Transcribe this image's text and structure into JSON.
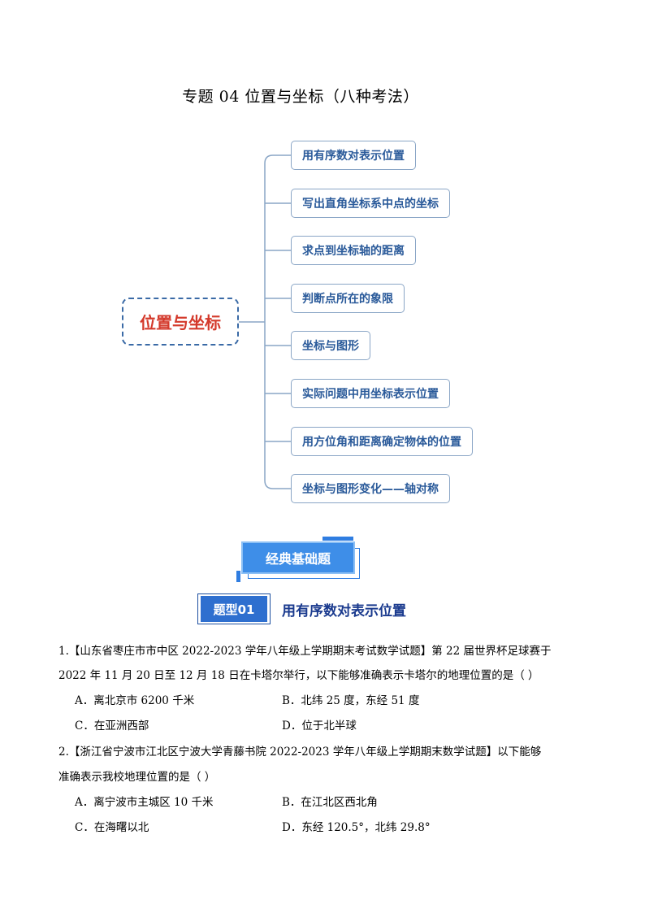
{
  "title": "专题 04  位置与坐标（八种考法）",
  "mindmap": {
    "center": "位置与坐标",
    "branches": [
      "用有序数对表示位置",
      "写出直角坐标系中点的坐标",
      "求点到坐标轴的距离",
      "判断点所在的象限",
      "坐标与图形",
      "实际问题中用坐标表示位置",
      "用方位角和距离确定物体的位置",
      "坐标与图形变化——轴对称"
    ]
  },
  "section": {
    "label": "经典基础题"
  },
  "topic": {
    "badge": "题型01",
    "title": "用有序数对表示位置"
  },
  "questions": [
    {
      "line1": "1.【山东省枣庄市市中区 2022-2023 学年八年级上学期期末考试数学试题】第 22 届世界杯足球赛于",
      "line2": "2022 年 11 月 20 日至 12 月 18 日在卡塔尔举行，以下能够准确表示卡塔尔的地理位置的是（     ）",
      "options": [
        "A．离北京市 6200 千米",
        "B．北纬 25 度，东经 51 度",
        "C．在亚洲西部",
        "D．位于北半球"
      ]
    },
    {
      "line1": "2.【浙江省宁波市江北区宁波大学青藤书院 2022-2023 学年八年级上学期期末数学试题】以下能够",
      "line2": "准确表示我校地理位置的是（     ）",
      "options": [
        "A．离宁波市主城区 10 千米",
        "B．在江北区西北角",
        "C．在海曙以北",
        "D．东经 120.5°，北纬 29.8°"
      ]
    }
  ]
}
